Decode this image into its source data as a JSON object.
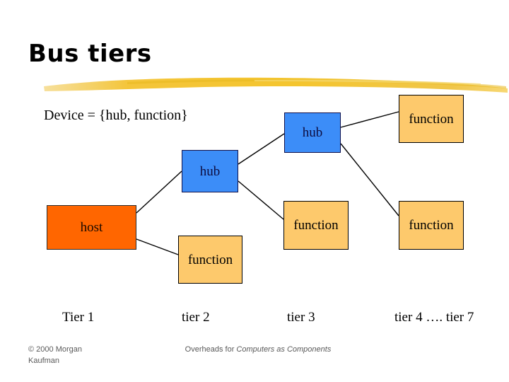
{
  "slide": {
    "title": "Bus tiers",
    "caption": "Device = {hub, function}"
  },
  "nodes": [
    {
      "id": "hub1",
      "label": "hub",
      "type": "hub",
      "tier": "tier 3"
    },
    {
      "id": "hub2",
      "label": "hub",
      "type": "hub",
      "tier": "tier 2"
    },
    {
      "id": "host",
      "label": "host",
      "type": "host",
      "tier": "Tier 1"
    },
    {
      "id": "func-t2",
      "label": "function",
      "type": "function",
      "tier": "tier 2"
    },
    {
      "id": "func-t3",
      "label": "function",
      "type": "function",
      "tier": "tier 3"
    },
    {
      "id": "func-t4a",
      "label": "function",
      "type": "function",
      "tier": "tier 4"
    },
    {
      "id": "func-t4b",
      "label": "function",
      "type": "function",
      "tier": "tier 4"
    }
  ],
  "edges": [
    {
      "from": "host",
      "to": "hub2"
    },
    {
      "from": "host",
      "to": "func-t2"
    },
    {
      "from": "hub2",
      "to": "hub1"
    },
    {
      "from": "hub2",
      "to": "func-t3"
    },
    {
      "from": "hub1",
      "to": "func-t4a"
    },
    {
      "from": "hub1",
      "to": "func-t4b"
    }
  ],
  "tiers": [
    {
      "id": "tier-1",
      "label": "Tier 1"
    },
    {
      "id": "tier-2",
      "label": "tier 2"
    },
    {
      "id": "tier-3",
      "label": "tier 3"
    },
    {
      "id": "tier-4",
      "label": "tier 4  …. tier 7"
    }
  ],
  "footer": {
    "copyright_line1": "© 2000 Morgan",
    "copyright_line2": "Kaufman",
    "credit_prefix": "Overheads for ",
    "credit_title": "Computers as Components"
  },
  "colors": {
    "hub_fill": "#3c8df8",
    "hub_border": "#10104a",
    "function_fill": "#fdc96c",
    "function_border": "#000000",
    "host_fill": "#ff6600",
    "host_border": "#2a2a2a",
    "brush": "#f2c13c",
    "line": "#000000",
    "footer_text": "#595959"
  }
}
